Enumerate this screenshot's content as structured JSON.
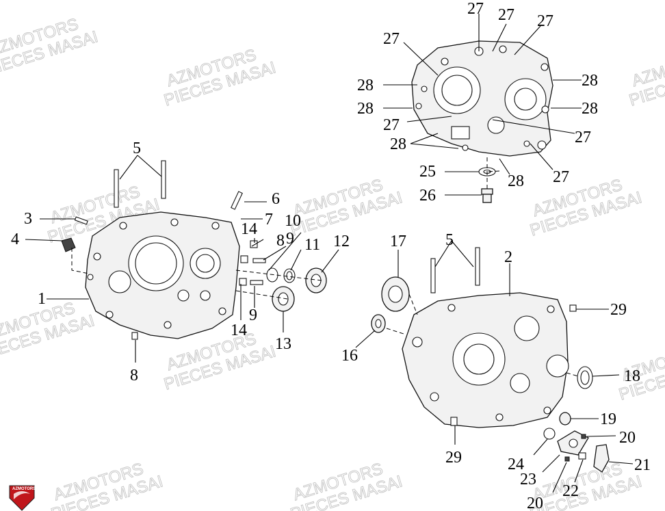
{
  "watermark": {
    "line1": "AZMOTORS",
    "line2": "PIECES MASAI",
    "count": 9
  },
  "logo": {
    "text": "AZMOTORS",
    "color": "#c0161b"
  },
  "callouts": [
    {
      "id": "c-27a",
      "label": "27"
    },
    {
      "id": "c-27b",
      "label": "27"
    },
    {
      "id": "c-27c",
      "label": "27"
    },
    {
      "id": "c-27d",
      "label": "27"
    },
    {
      "id": "c-28a",
      "label": "28"
    },
    {
      "id": "c-28b",
      "label": "28"
    },
    {
      "id": "c-28c",
      "label": "28"
    },
    {
      "id": "c-28d",
      "label": "28"
    },
    {
      "id": "c-27e",
      "label": "27"
    },
    {
      "id": "c-27f",
      "label": "27"
    },
    {
      "id": "c-28e",
      "label": "28"
    },
    {
      "id": "c-27g",
      "label": "27"
    },
    {
      "id": "c-28f",
      "label": "28"
    },
    {
      "id": "c-25",
      "label": "25"
    },
    {
      "id": "c-26",
      "label": "26"
    },
    {
      "id": "c-5a",
      "label": "5"
    },
    {
      "id": "c-6",
      "label": "6"
    },
    {
      "id": "c-3",
      "label": "3"
    },
    {
      "id": "c-4",
      "label": "4"
    },
    {
      "id": "c-14a",
      "label": "14"
    },
    {
      "id": "c-7",
      "label": "7"
    },
    {
      "id": "c-8a",
      "label": "8"
    },
    {
      "id": "c-10",
      "label": "10"
    },
    {
      "id": "c-9a",
      "label": "9"
    },
    {
      "id": "c-11",
      "label": "11"
    },
    {
      "id": "c-12",
      "label": "12"
    },
    {
      "id": "c-1",
      "label": "1"
    },
    {
      "id": "c-9b",
      "label": "9"
    },
    {
      "id": "c-14b",
      "label": "14"
    },
    {
      "id": "c-13",
      "label": "13"
    },
    {
      "id": "c-8b",
      "label": "8"
    },
    {
      "id": "c-17",
      "label": "17"
    },
    {
      "id": "c-5b",
      "label": "5"
    },
    {
      "id": "c-2",
      "label": "2"
    },
    {
      "id": "c-29a",
      "label": "29"
    },
    {
      "id": "c-16",
      "label": "16"
    },
    {
      "id": "c-18",
      "label": "18"
    },
    {
      "id": "c-19",
      "label": "19"
    },
    {
      "id": "c-20a",
      "label": "20"
    },
    {
      "id": "c-29b",
      "label": "29"
    },
    {
      "id": "c-24",
      "label": "24"
    },
    {
      "id": "c-21",
      "label": "21"
    },
    {
      "id": "c-23",
      "label": "23"
    },
    {
      "id": "c-22",
      "label": "22"
    },
    {
      "id": "c-20b",
      "label": "20"
    }
  ]
}
